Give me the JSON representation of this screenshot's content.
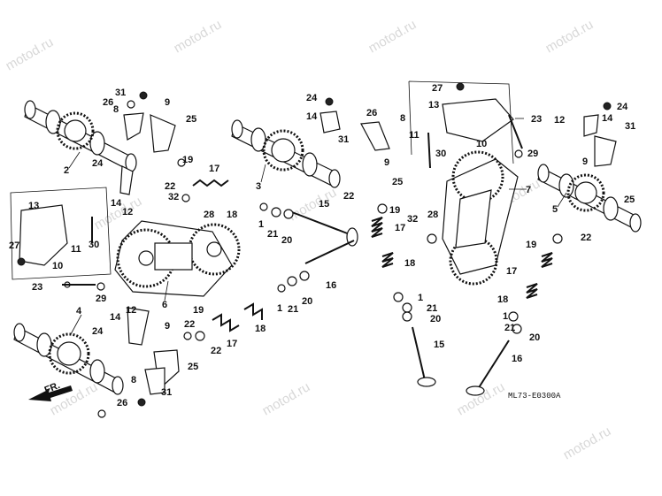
{
  "diagram": {
    "drawing_code": "ML73-E0300A",
    "front_label": "FR.",
    "watermark_text": "motod.ru",
    "labels": {
      "cam_rear": "2",
      "cam_front_top": "3",
      "cam_front_bottom": "4",
      "cam_right": "5",
      "holder_left": "6",
      "holder_right": "7",
      "rocker": "8",
      "rocker_arm": "9",
      "cover": "10",
      "pin": "11",
      "clip": "12",
      "plate": "13",
      "spring_clip": "14",
      "valve_ex": "15",
      "valve_in": "16",
      "spring_outer": "17",
      "spring_inner": "18",
      "retainer": "19",
      "seat": "20",
      "seal": "21",
      "cotter": "22",
      "bolt_long": "23",
      "bolt_short": "24",
      "screw": "25",
      "washer": "26",
      "nut": "27",
      "pin_small": "28",
      "washer_small": "29",
      "shim": "30",
      "bolt_flange": "31",
      "bolt_stud": "32",
      "one": "1"
    }
  }
}
